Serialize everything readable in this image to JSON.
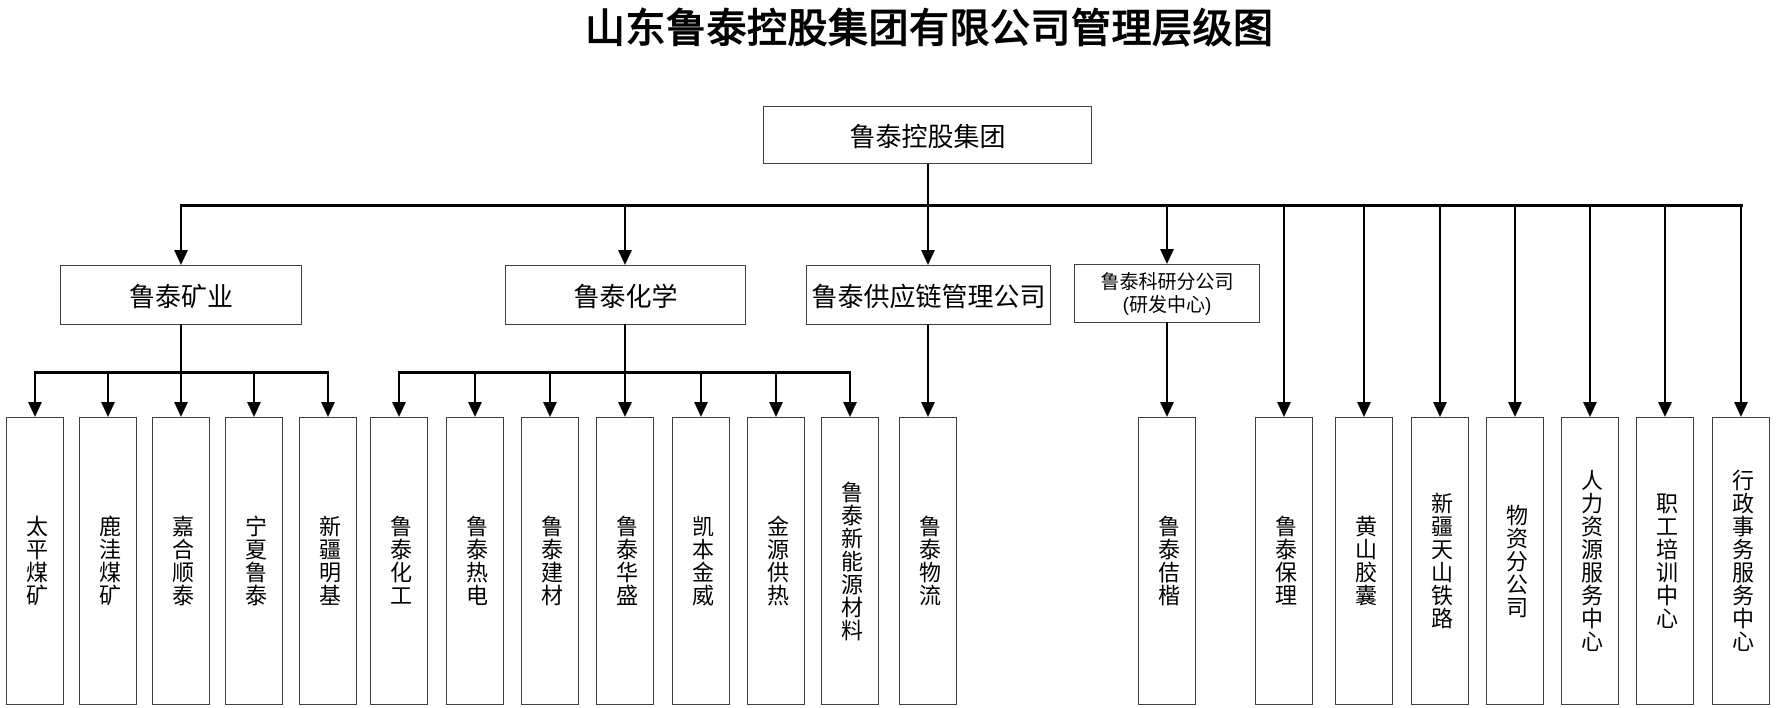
{
  "title": "山东鲁泰控股集团有限公司管理层级图",
  "root": {
    "label": "鲁泰控股集团"
  },
  "divisions": [
    {
      "label": "鲁泰矿业",
      "children": [
        "太平煤矿",
        "鹿洼煤矿",
        "嘉合顺泰",
        "宁夏鲁泰",
        "新疆明基"
      ]
    },
    {
      "label": "鲁泰化学",
      "children": [
        "鲁泰化工",
        "鲁泰热电",
        "鲁泰建材",
        "鲁泰华盛",
        "凯本金威",
        "金源供热",
        "鲁泰新能源材料"
      ]
    },
    {
      "label": "鲁泰供应链管理公司",
      "children": [
        "鲁泰物流"
      ]
    },
    {
      "label": "鲁泰科研分公司",
      "label_line2": "(研发中心)",
      "children": [
        "鲁泰佶楷"
      ]
    }
  ],
  "direct_subsidiaries": [
    "鲁泰保理",
    "黄山胶囊",
    "新疆天山铁路",
    "物资分公司",
    "人力资源服务中心",
    "职工培训中心",
    "行政事务服务中心"
  ],
  "colors": {
    "background": "#ffffff",
    "box_border": "#404040",
    "connector": "#000000",
    "text": "#000000"
  }
}
